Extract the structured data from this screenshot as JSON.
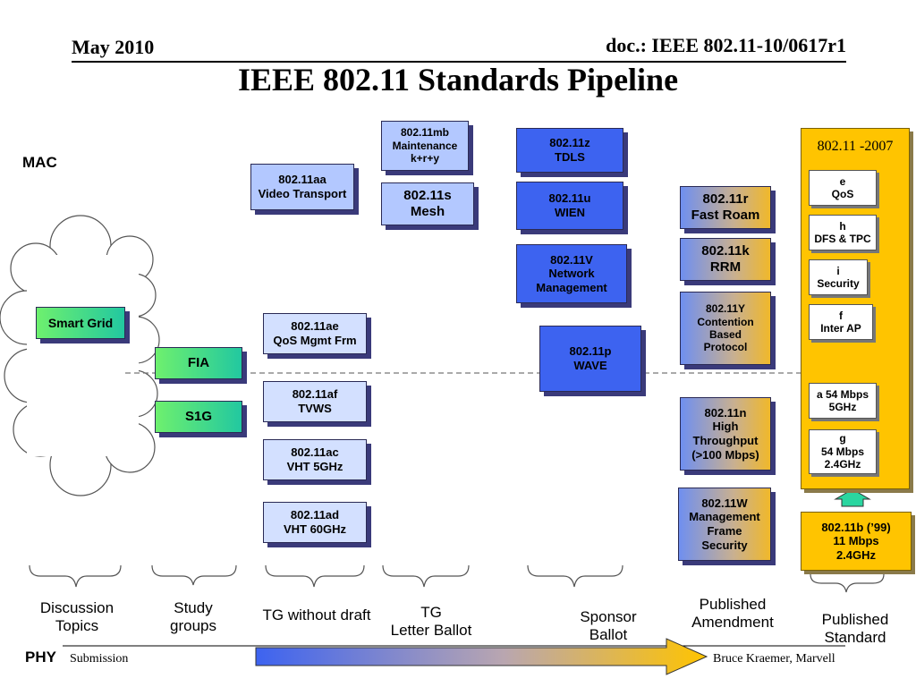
{
  "header": {
    "date": "May 2010",
    "doc": "doc.: IEEE 802.11-10/0617r1",
    "title": "IEEE 802.11 Standards Pipeline"
  },
  "labels": {
    "mac": "MAC",
    "phy": "PHY"
  },
  "footer": {
    "left": "Submission",
    "right": "Bruce Kraemer, Marvell"
  },
  "discussion": {
    "smart_grid": "Smart Grid"
  },
  "study_groups": {
    "fia": "FIA",
    "s1g": "S1G"
  },
  "tg_no_draft": {
    "aa": [
      "802.11aa",
      "Video Transport"
    ],
    "ae": [
      "802.11ae",
      "QoS Mgmt Frm"
    ],
    "af": [
      "802.11af",
      "TVWS"
    ],
    "ac": [
      "802.11ac",
      "VHT 5GHz"
    ],
    "ad": [
      "802.11ad",
      "VHT 60GHz"
    ]
  },
  "tg_letter_ballot": {
    "mb": [
      "802.11mb",
      "Maintenance",
      "k+r+y"
    ],
    "s": [
      "802.11s",
      "Mesh"
    ]
  },
  "sponsor_ballot": {
    "z": [
      "802.11z",
      "TDLS"
    ],
    "u": [
      "802.11u",
      "WIEN"
    ],
    "v": [
      "802.11V",
      "Network",
      "Management"
    ],
    "p": [
      "802.11p",
      "WAVE"
    ]
  },
  "published_amendment": {
    "r": [
      "802.11r",
      "Fast Roam"
    ],
    "k": [
      "802.11k",
      "RRM"
    ],
    "y": [
      "802.11Y",
      "Contention",
      "Based",
      "Protocol"
    ],
    "n": [
      "802.11n",
      "High",
      "Throughput",
      "(>100 Mbps)"
    ],
    "w": [
      "802.11W",
      "Management",
      "Frame",
      "Security"
    ]
  },
  "published_standard": {
    "title": "802.11 -2007",
    "items": [
      [
        "e",
        "QoS"
      ],
      [
        "h",
        "DFS & TPC"
      ],
      [
        "i",
        "Security"
      ],
      [
        "f",
        "Inter AP"
      ],
      [
        "a 54 Mbps",
        "5GHz"
      ],
      [
        "g",
        "54 Mbps",
        "2.4GHz"
      ]
    ],
    "b": [
      "802.11b (’99)",
      "11 Mbps",
      "2.4GHz"
    ]
  },
  "stages": {
    "discussion": [
      "Discussion",
      "Topics"
    ],
    "study": [
      "Study",
      "groups"
    ],
    "tg_no_draft": [
      "TG without draft"
    ],
    "tg_lb": [
      "TG",
      "Letter Ballot"
    ],
    "sponsor": [
      "Sponsor",
      "Ballot"
    ],
    "amendment": [
      "Published",
      "Amendment"
    ],
    "standard": [
      "Published",
      "Standard"
    ]
  }
}
